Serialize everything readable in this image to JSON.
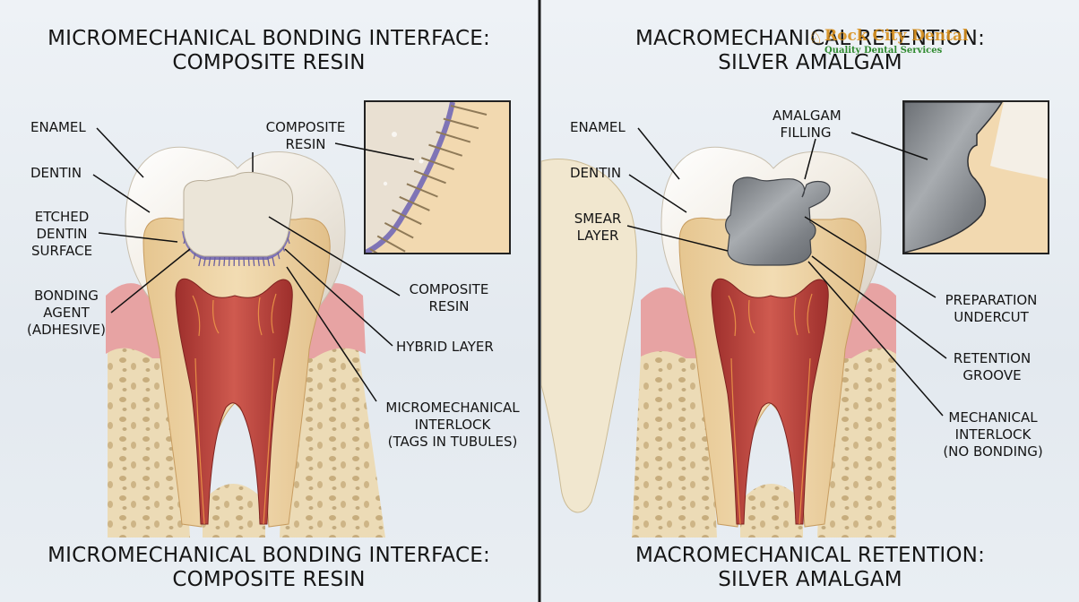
{
  "left_panel": {
    "title_lines": [
      "MICROMECHANICAL BONDING INTERFACE:",
      "COMPOSITE RESIN"
    ],
    "footer_lines": [
      "MICROMECHANICAL BONDING INTERFACE:",
      "COMPOSITE RESIN"
    ],
    "labels": {
      "enamel": [
        "ENAMEL"
      ],
      "dentin": [
        "DENTIN"
      ],
      "etched": [
        "ETCHED",
        "DENTIN",
        "SURFACE"
      ],
      "bonding": [
        "BONDING",
        "AGENT",
        "(ADHESIVE)"
      ],
      "composite_top": [
        "COMPOSITE",
        "RESIN"
      ],
      "composite_right": [
        "COMPOSITE",
        "RESIN"
      ],
      "hybrid": [
        "HYBRID LAYER"
      ],
      "interlock": [
        "MICROMECHANICAL",
        "INTERLOCK",
        "(TAGS IN TUBULES)"
      ]
    }
  },
  "right_panel": {
    "title_lines": [
      "MACROMECHANICAL RETENTION:",
      "SILVER AMALGAM"
    ],
    "footer_lines": [
      "MACROMECHANICAL RETENTION:",
      "SILVER AMALGAM"
    ],
    "labels": {
      "enamel": [
        "ENAMEL"
      ],
      "dentin": [
        "DENTIN"
      ],
      "smear": [
        "SMEAR",
        "LAYER"
      ],
      "amalgam": [
        "AMALGAM",
        "FILLING"
      ],
      "undercut": [
        "PREPARATION",
        "UNDERCUT"
      ],
      "groove": [
        "RETENTION",
        "GROOVE"
      ],
      "mech": [
        "MECHANICAL",
        "INTERLOCK",
        "(NO BONDING)"
      ]
    }
  },
  "watermark": {
    "name": "Rock City Dental",
    "tagline": "Quality Dental Services",
    "icon": "tooth-icon"
  },
  "colors": {
    "enamel": "#f3eee6",
    "dentin": "#ecd2a4",
    "pulp": "#b8413c",
    "gum": "#e9a6a6",
    "bone": "#ead8b2",
    "composite": "#ebe4d6",
    "amalgam": "#8d9196",
    "adhesive": "#7f74b6"
  }
}
